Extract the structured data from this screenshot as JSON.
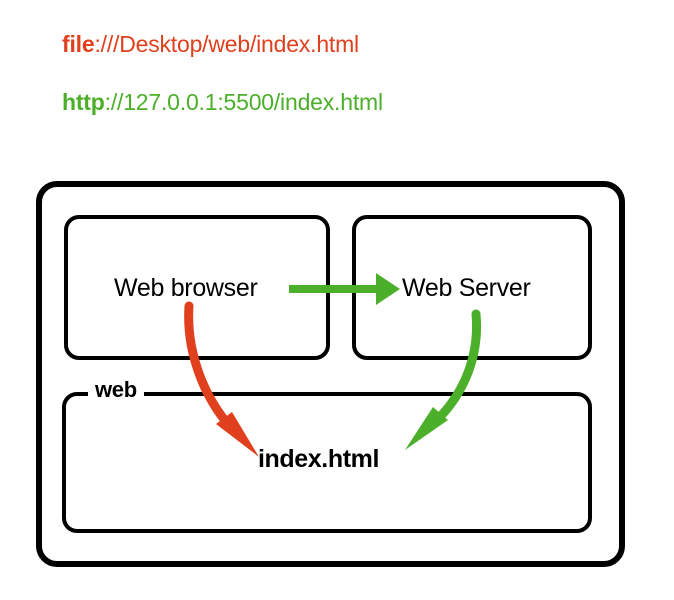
{
  "colors": {
    "red": "#e0401d",
    "green": "#4caf2a",
    "green_dark": "#48a52a",
    "stroke": "#000000",
    "background": "#ffffff"
  },
  "urls": [
    {
      "id": "file-url",
      "scheme": "file",
      "rest": ":///Desktop/web/index.html",
      "full": "file:///Desktop/web/index.html",
      "color": "#e0401d"
    },
    {
      "id": "http-url",
      "scheme": "http",
      "rest": "://127.0.0.1:5500/index.html",
      "full": "http://127.0.0.1:5500/index.html",
      "color": "#4caf2a"
    }
  ],
  "diagram": {
    "type": "block-diagram",
    "outer_container": {
      "label": ""
    },
    "nodes": [
      {
        "id": "web-browser",
        "label": "Web browser",
        "weight": "regular"
      },
      {
        "id": "web-server",
        "label": "Web Server",
        "weight": "regular"
      },
      {
        "id": "index-html",
        "label": "index.html",
        "weight": "bold"
      }
    ],
    "group_label": "web",
    "arrows": [
      {
        "id": "browser-to-server",
        "from": "web-browser",
        "to": "web-server",
        "color": "#4caf2a",
        "style": "straight"
      },
      {
        "id": "browser-to-file",
        "from": "web-browser",
        "to": "index-html",
        "color": "#e0401d",
        "style": "curved"
      },
      {
        "id": "server-to-file",
        "from": "web-server",
        "to": "index-html",
        "color": "#4caf2a",
        "style": "curved"
      }
    ]
  }
}
